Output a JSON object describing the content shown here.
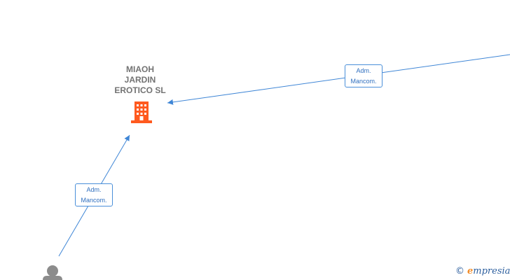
{
  "company": {
    "name": "MIAOH\nJARDIN\nEROTICO SL",
    "icon": "building-icon",
    "color": "#ff5a1f"
  },
  "relations": [
    {
      "label": "Adm.\nMancom.",
      "from": "person-offscreen-right",
      "to": "company"
    },
    {
      "label": "Adm.\nMancom.",
      "from": "person-bottom-left",
      "to": "company"
    }
  ],
  "person": {
    "icon": "person-icon",
    "color": "#8c8c8c"
  },
  "colors": {
    "edge": "#3f86d6",
    "label_border": "#4a8fd9"
  },
  "watermark": {
    "copyright": "©",
    "brand_initial": "e",
    "brand_rest": "mpresia"
  }
}
